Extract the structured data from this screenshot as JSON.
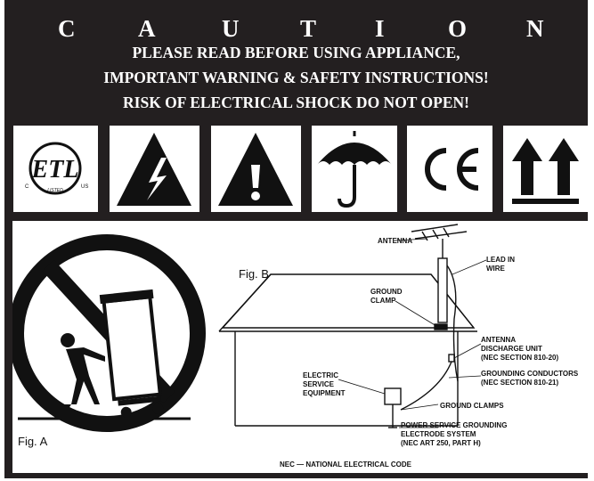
{
  "header": {
    "caution_letters": [
      "C",
      "A",
      "U",
      "T",
      "I",
      "O",
      "N"
    ],
    "lines": [
      "PLEASE READ BEFORE USING APPLIANCE,",
      "IMPORTANT WARNING & SAFETY INSTRUCTIONS!",
      "RISK OF ELECTRICAL SHOCK DO NOT OPEN!"
    ]
  },
  "icons": [
    {
      "name": "etl-listed-mark",
      "parts": {
        "left": "C",
        "right": "US",
        "bottom": "LISTED"
      }
    },
    {
      "name": "electric-shock-warning-icon"
    },
    {
      "name": "exclamation-warning-icon"
    },
    {
      "name": "umbrella-keep-dry-icon"
    },
    {
      "name": "ce-mark-icon"
    },
    {
      "name": "this-way-up-arrows-icon"
    }
  ],
  "figure_a": {
    "label": "Fig. A"
  },
  "figure_b": {
    "label": "Fig. B",
    "labels": {
      "antenna": "ANTENNA",
      "lead_in_1": "LEAD IN",
      "lead_in_2": "WIRE",
      "ground_clamp_1": "GROUND",
      "ground_clamp_2": "CLAMP",
      "discharge_1": "ANTENNA",
      "discharge_2": "DISCHARGE UNIT",
      "discharge_3": "(NEC SECTION 810-20)",
      "grounding_conductors_1": "GROUNDING CONDUCTORS",
      "grounding_conductors_2": "(NEC SECTION 810-21)",
      "electric_1": "ELECTRIC",
      "electric_2": "SERVICE",
      "electric_3": "EQUIPMENT",
      "ground_clamps": "GROUND CLAMPS",
      "power_1": "POWER SERVICE GROUNDING",
      "power_2": "ELECTRODE SYSTEM",
      "power_3": "(NEC ART 250, PART H)",
      "nec": "NEC — NATIONAL ELECTRICAL CODE"
    }
  }
}
